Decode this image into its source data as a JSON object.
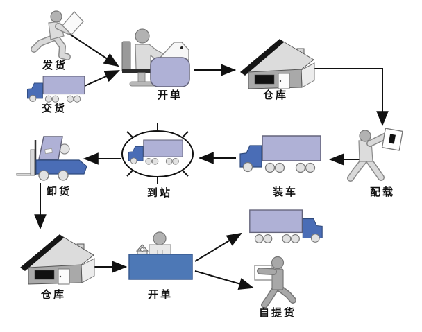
{
  "colors": {
    "trailer": "#afb1d6",
    "truck-cab": "#4a6db6",
    "desk": "#4d78b6",
    "person-light": "#dcdcdc",
    "person-mid": "#a8a8a8",
    "head": "#b2b2b2",
    "house-wall": "#a9a9a9",
    "house-roof": "#dcdcdc",
    "wheel": "#e2e2e2",
    "arrow": "#111111"
  },
  "nodes": {
    "dispatch": {
      "label": "发货"
    },
    "delivery": {
      "label": "交货"
    },
    "billing_top": {
      "label": "开单"
    },
    "warehouse_top": {
      "label": "仓库"
    },
    "load_planning": {
      "label": "配载"
    },
    "truck_loading": {
      "label": "装车"
    },
    "arrival": {
      "label": "到站"
    },
    "unloading": {
      "label": "卸货"
    },
    "warehouse_bottom": {
      "label": "仓库"
    },
    "billing_bottom": {
      "label": "开单"
    },
    "self_pickup": {
      "label": "自提货"
    }
  },
  "edges": [
    {
      "from": "dispatch",
      "to": "billing_top"
    },
    {
      "from": "delivery",
      "to": "billing_top"
    },
    {
      "from": "billing_top",
      "to": "warehouse_top"
    },
    {
      "from": "warehouse_top",
      "to": "load_planning"
    },
    {
      "from": "load_planning",
      "to": "truck_loading"
    },
    {
      "from": "truck_loading",
      "to": "arrival"
    },
    {
      "from": "arrival",
      "to": "unloading"
    },
    {
      "from": "unloading",
      "to": "warehouse_bottom"
    },
    {
      "from": "warehouse_bottom",
      "to": "billing_bottom"
    },
    {
      "from": "billing_bottom",
      "to": "outbound_truck"
    },
    {
      "from": "billing_bottom",
      "to": "self_pickup"
    }
  ]
}
